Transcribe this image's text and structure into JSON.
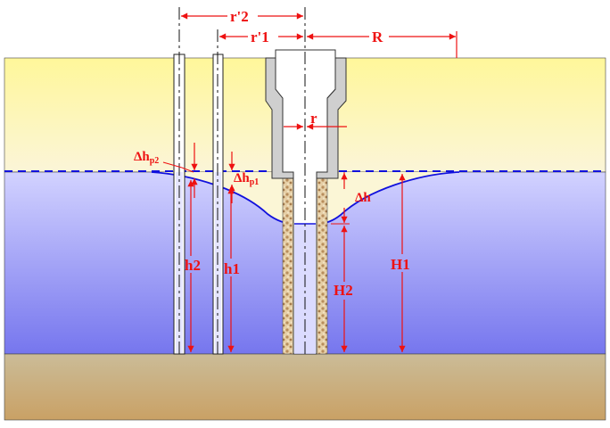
{
  "diagram": {
    "labels": {
      "r2": "r'2",
      "r1": "r'1",
      "R": "R",
      "r": "r",
      "dh": "Δh",
      "dhp2_main": "Δh",
      "dhp2_sub": "p2",
      "dhp1_main": "Δh",
      "dhp1_sub": "p1",
      "h2": "h2",
      "h1": "h1",
      "H2": "H2",
      "H1": "H1"
    },
    "colors": {
      "sand": "#fbf6b8",
      "sand_top": "#fff8a0",
      "water_top": "#c7c7ff",
      "water_bottom": "#7a7ae8",
      "ground_top": "#c9b791",
      "ground_bottom": "#c7a36a",
      "dimension": "#ee1111",
      "water_line": "#1111dd",
      "casing": "#cfcfcf",
      "gravel": "#d9b88a"
    }
  }
}
